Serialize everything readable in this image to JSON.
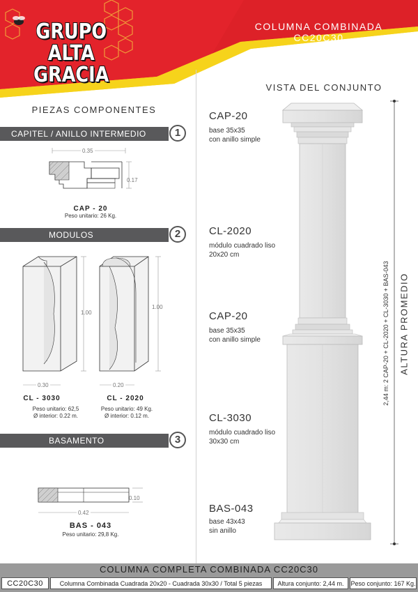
{
  "brand": {
    "line1": "GRUPO ALTA",
    "line2": "GRACIA"
  },
  "header": {
    "title_line1": "COLUMNA COMBINADA",
    "title_line2": "CC20C30"
  },
  "left": {
    "section_title": "PIEZAS COMPONENTES",
    "sections": [
      {
        "label": "CAPITEL / ANILLO INTERMEDIO",
        "number": "1"
      },
      {
        "label": "MODULOS",
        "number": "2"
      },
      {
        "label": "BASAMENTO",
        "number": "3"
      }
    ],
    "cap": {
      "width": "0.35",
      "height": "0.17",
      "code": "CAP - 20",
      "weight": "Peso unitario: 26 Kg."
    },
    "cl3030": {
      "width": "0.30",
      "height": "1.00",
      "code": "CL - 3030",
      "weight": "Peso unitario: 62,5",
      "interior": "Ø interior: 0.22 m."
    },
    "cl2020": {
      "width": "0.20",
      "height": "1.00",
      "code": "CL - 2020",
      "weight": "Peso unitario: 49 Kg.",
      "interior": "Ø interior: 0.12 m."
    },
    "bas": {
      "width": "0.42",
      "height": "0.10",
      "code": "BAS - 043",
      "weight": "Peso unitario: 29,8 Kg."
    }
  },
  "right": {
    "view_title": "VISTA DEL CONJUNTO",
    "labels": [
      {
        "code": "CAP-20",
        "desc1": "base 35x35",
        "desc2": "con anillo simple"
      },
      {
        "code": "CL-2020",
        "desc1": "módulo cuadrado liso",
        "desc2": "20x20 cm"
      },
      {
        "code": "CAP-20",
        "desc1": "base 35x35",
        "desc2": "con anillo simple"
      },
      {
        "code": "CL-3030",
        "desc1": "módulo cuadrado liso",
        "desc2": "30x30 cm"
      },
      {
        "code": "BAS-043",
        "desc1": "base 43x43",
        "desc2": "sin anillo"
      }
    ],
    "height_caption": "ALTURA PROMEDIO",
    "height_formula": "2,44 m:  2 CAP-20 + CL-2020 + CL-3030 + BAS-043"
  },
  "footer": {
    "title": "COLUMNA COMPLETA COMBINADA CC20C30",
    "code": "CC20C30",
    "description": "Columna Combinada Cuadrada 20x20 - Cuadrada 30x30 / Total 5 piezas",
    "height": "Altura conjunto: 2,44 m.",
    "weight": "Peso conjunto:  167 Kg."
  },
  "colors": {
    "red": "#e3232b",
    "yellow": "#f6d31b",
    "grey_bar": "#59595b"
  }
}
